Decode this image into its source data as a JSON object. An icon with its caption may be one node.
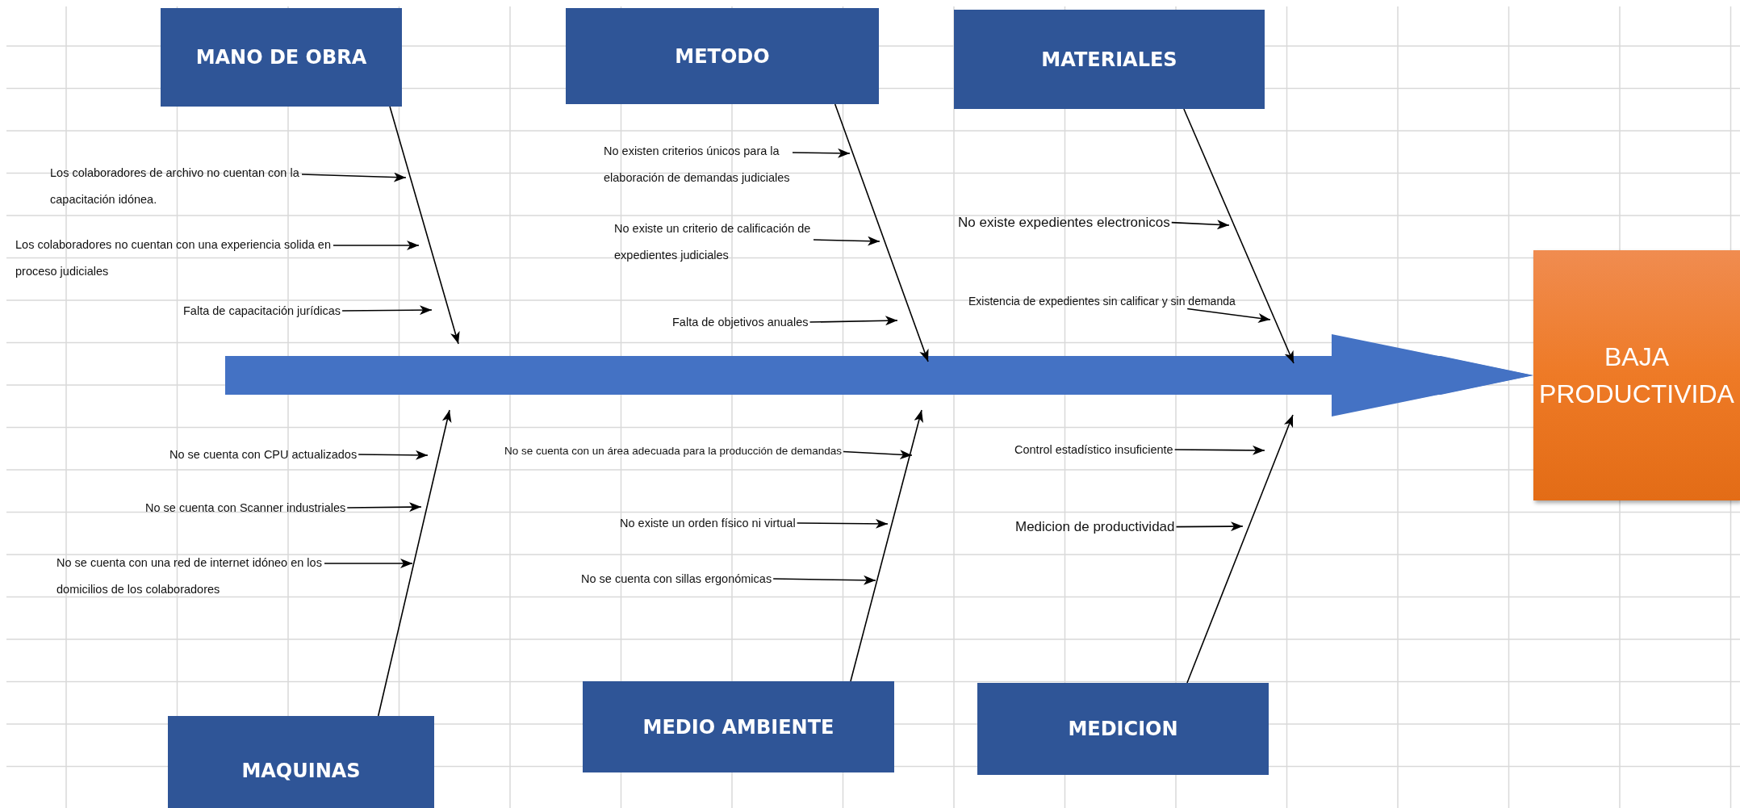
{
  "diagram": {
    "nodes": [
      {
        "text": [
          "MANO DE OBRA"
        ]
      },
      {
        "text": [
          "METODO"
        ]
      },
      {
        "text": [
          "MATERIALES"
        ]
      },
      {
        "text": [
          "Los colaboradores de archivo no cuentan con la capacitación idónea."
        ]
      },
      {
        "text": [
          "Los colaboradores no cuentan con una experiencia solida en proceso judiciales"
        ]
      },
      {
        "text": [
          "Falta de capacitación jurídicas"
        ]
      },
      {
        "text": [
          "No existen criterios únicos para la elaboración de demandas judiciales"
        ]
      },
      {
        "text": [
          "No existe un criterio de calificación de expedientes judiciales"
        ]
      },
      {
        "text": [
          "Falta de objetivos anuales"
        ]
      },
      {
        "text": [
          "No existe expedientes electronicos"
        ]
      },
      {
        "text": [
          "Existencia de expedientes sin calificar y sin demanda"
        ]
      },
      {
        "text": [
          "BAJA PRODUCTIVIDA"
        ]
      },
      {
        "text": [
          "No se cuenta con CPU actualizados"
        ]
      },
      {
        "text": [
          "No se cuenta con Scanner industriales"
        ]
      },
      {
        "text": [
          "No se cuenta con una red de internet idóneo en los domicilios de los colaboradores"
        ]
      },
      {
        "text": [
          "No se cuenta con un área adecuada para la producción de demandas"
        ]
      },
      {
        "text": [
          "No existe un orden físico ni virtual"
        ]
      },
      {
        "text": [
          "No se cuenta con sillas ergonómicas"
        ]
      },
      {
        "text": [
          "Control estadístico insuficiente"
        ]
      },
      {
        "text": [
          "Medicion de productividad"
        ]
      },
      {
        "text": [
          "MAQUINAS"
        ]
      },
      {
        "text": [
          "MEDIO AMBIENTE"
        ]
      },
      {
        "text": [
          "MEDICION"
        ]
      }
    ],
    "edges": [
      {
        "from": null,
        "to": 11,
        "arrow": "to",
        "style": "thick",
        "color": "#4472c4"
      },
      {
        "from": 0,
        "to": null,
        "arrow": "to"
      },
      {
        "from": 1,
        "to": null,
        "arrow": "to"
      },
      {
        "from": 2,
        "to": null,
        "arrow": "to"
      },
      {
        "from": 20,
        "to": null,
        "arrow": "to"
      },
      {
        "from": 21,
        "to": null,
        "arrow": "to"
      },
      {
        "from": 22,
        "to": null,
        "arrow": "to"
      },
      {
        "from": 3,
        "to": null,
        "arrow": "to"
      },
      {
        "from": 4,
        "to": null,
        "arrow": "to"
      },
      {
        "from": 5,
        "to": null,
        "arrow": "to"
      },
      {
        "from": 6,
        "to": null,
        "arrow": "to"
      },
      {
        "from": 7,
        "to": null,
        "arrow": "to"
      },
      {
        "from": 8,
        "to": null,
        "arrow": "to"
      },
      {
        "from": 9,
        "to": null,
        "arrow": "to"
      },
      {
        "from": 10,
        "to": null,
        "arrow": "to"
      },
      {
        "from": 12,
        "to": null,
        "arrow": "to"
      },
      {
        "from": 13,
        "to": null,
        "arrow": "to"
      },
      {
        "from": 14,
        "to": null,
        "arrow": "to"
      },
      {
        "from": 15,
        "to": null,
        "arrow": "to"
      },
      {
        "from": 16,
        "to": null,
        "arrow": "to"
      },
      {
        "from": 17,
        "to": null,
        "arrow": "to"
      },
      {
        "from": 18,
        "to": null,
        "arrow": "to"
      },
      {
        "from": 19,
        "to": null,
        "arrow": "to"
      }
    ]
  }
}
